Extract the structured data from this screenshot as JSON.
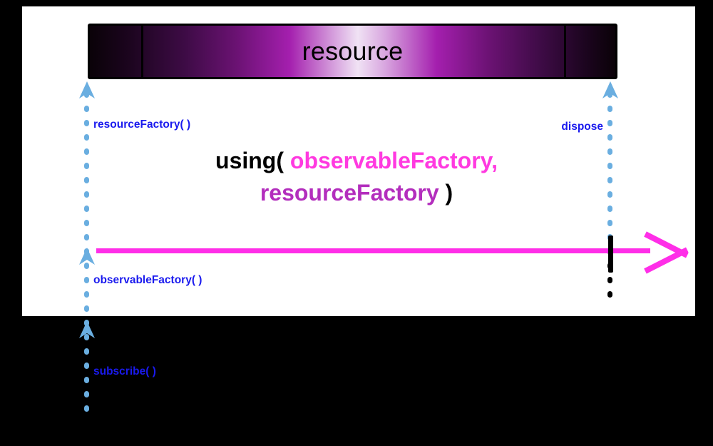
{
  "diagram": {
    "title": "using( observableFactory, resourceFactory )",
    "resource_bar": {
      "label": "resource",
      "segments": 3
    },
    "caption": {
      "line1_prefix": "using(",
      "line1_token": "observableFactory",
      "line1_suffix": ",",
      "line2_token": "resourceFactory",
      "line2_suffix": ")"
    },
    "labels": {
      "resource_factory": "resourceFactory( )",
      "observable_factory": "observableFactory( )",
      "subscribe": "subscribe( )",
      "dispose": "dispose"
    },
    "colors": {
      "label_blue": "#1a1aee",
      "dotted_blue": "#6aaee0",
      "magenta": "#ff2ee8",
      "observable_token": "#ff3ae0",
      "resource_token": "#b32ebd",
      "panel_background": "#ffffff",
      "page_background": "#000000",
      "bar_outline": "#000000"
    }
  }
}
